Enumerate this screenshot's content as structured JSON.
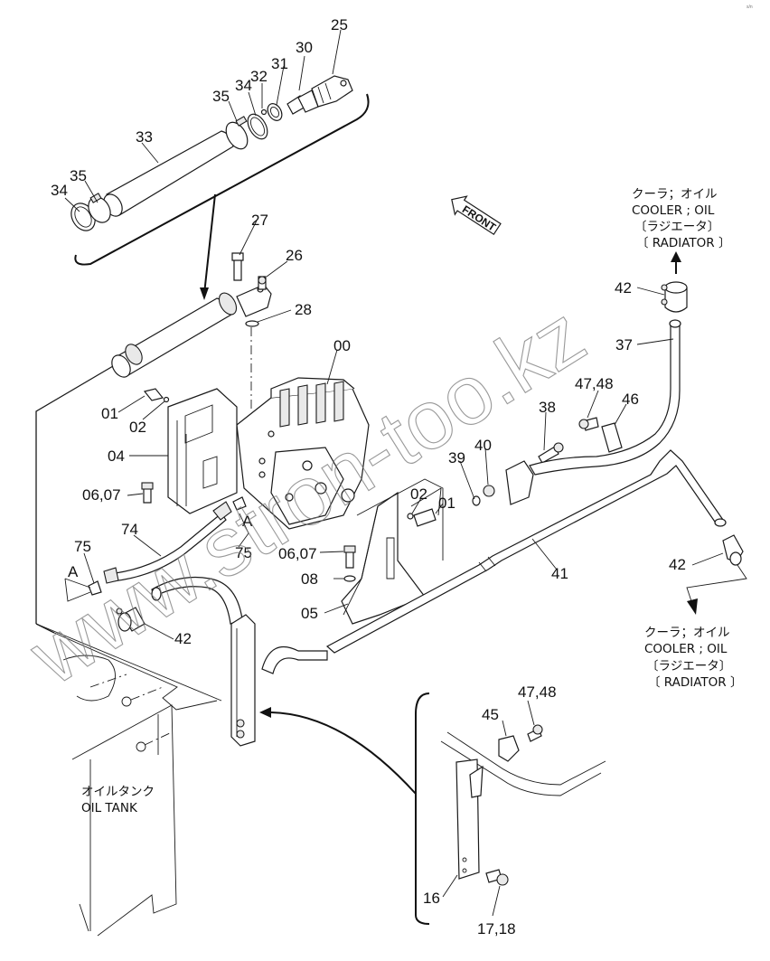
{
  "diagram": {
    "type": "exploded-parts-diagram",
    "subject": "Control valve, hydraulic oil cooler piping and oil tank",
    "corner_mark": "s/n",
    "watermark": "www.stron-too.kz",
    "front_arrow_label": "FRONT",
    "notes": {
      "cooler_top": {
        "line1": "クーラ；オイル",
        "line2": "COOLER ; OIL",
        "line3": "〔ラジエータ〕",
        "line4": "〔 RADIATOR 〕"
      },
      "cooler_bottom": {
        "line1": "クーラ；オイル",
        "line2": "COOLER ; OIL",
        "line3": "〔ラジエータ〕",
        "line4": "〔 RADIATOR 〕"
      },
      "oil_tank": {
        "line1": "オイルタンク",
        "line2": "OIL  TANK"
      }
    },
    "callouts": {
      "p25": "25",
      "p30": "30",
      "p31": "31",
      "p32": "32",
      "p34a": "34",
      "p35a": "35",
      "p33": "33",
      "p35b": "35",
      "p34b": "34",
      "p27": "27",
      "p26": "26",
      "p28": "28",
      "p00": "00",
      "p01a": "01",
      "p02a": "02",
      "p04": "04",
      "p0607a": "06,07",
      "p74": "74",
      "p75a": "75",
      "pA1": "A",
      "pA2": "A",
      "p75b": "75",
      "p0607b": "06,07",
      "p08": "08",
      "p05": "05",
      "p42a": "42",
      "p42b": "42",
      "p42c": "42",
      "p37": "37",
      "p4748a": "47,48",
      "p46": "46",
      "p38": "38",
      "p40": "40",
      "p39": "39",
      "p02b": "02",
      "p01b": "01",
      "p41": "41",
      "p4748b": "47,48",
      "p45": "45",
      "p16": "16",
      "p1718": "17,18"
    }
  }
}
